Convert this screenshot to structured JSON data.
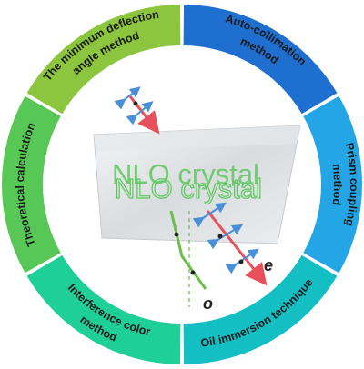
{
  "center": {
    "title": "NLO crystal",
    "ray_labels": {
      "ordinary": "o",
      "extraordinary": "e"
    }
  },
  "methods": [
    {
      "label_lines": [
        "The minimum deflection",
        "angle method"
      ],
      "color": "#8cc63e"
    },
    {
      "label_lines": [
        "Auto-collimation",
        "method"
      ],
      "color": "#1f6fd1"
    },
    {
      "label_lines": [
        "Prism coupling",
        "method"
      ],
      "color": "#24a6e6"
    },
    {
      "label_lines": [
        "Oil immersion technique"
      ],
      "color": "#14bfc4"
    },
    {
      "label_lines": [
        "Interference color",
        "method"
      ],
      "color": "#1ecf98"
    },
    {
      "label_lines": [
        "Theoretical calculation"
      ],
      "color": "#57c856"
    }
  ],
  "colors": {
    "ray_red": "#e8505b",
    "ray_green": "#6bbf4a",
    "polarization_blue": "#4a90d9",
    "title_green": "#5cc85c"
  }
}
